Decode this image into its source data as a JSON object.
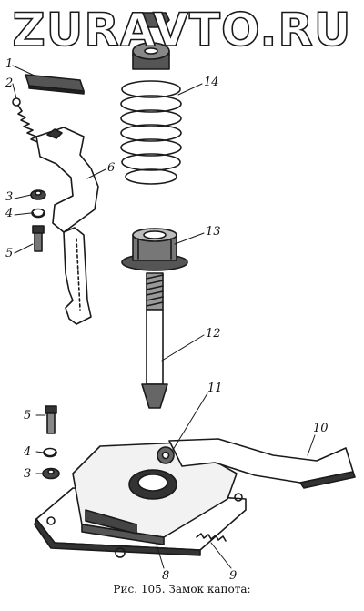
{
  "watermark": "ZURAVTO.RU",
  "caption": "Рис. 105. Замок капота:",
  "part_numbers": [
    "1",
    "2",
    "3",
    "4",
    "5",
    "6",
    "14",
    "13",
    "12",
    "11",
    "10",
    "5",
    "4",
    "3",
    "8",
    "9"
  ],
  "colors": {
    "ink": "#1a1a1a",
    "paper": "#ffffff"
  }
}
